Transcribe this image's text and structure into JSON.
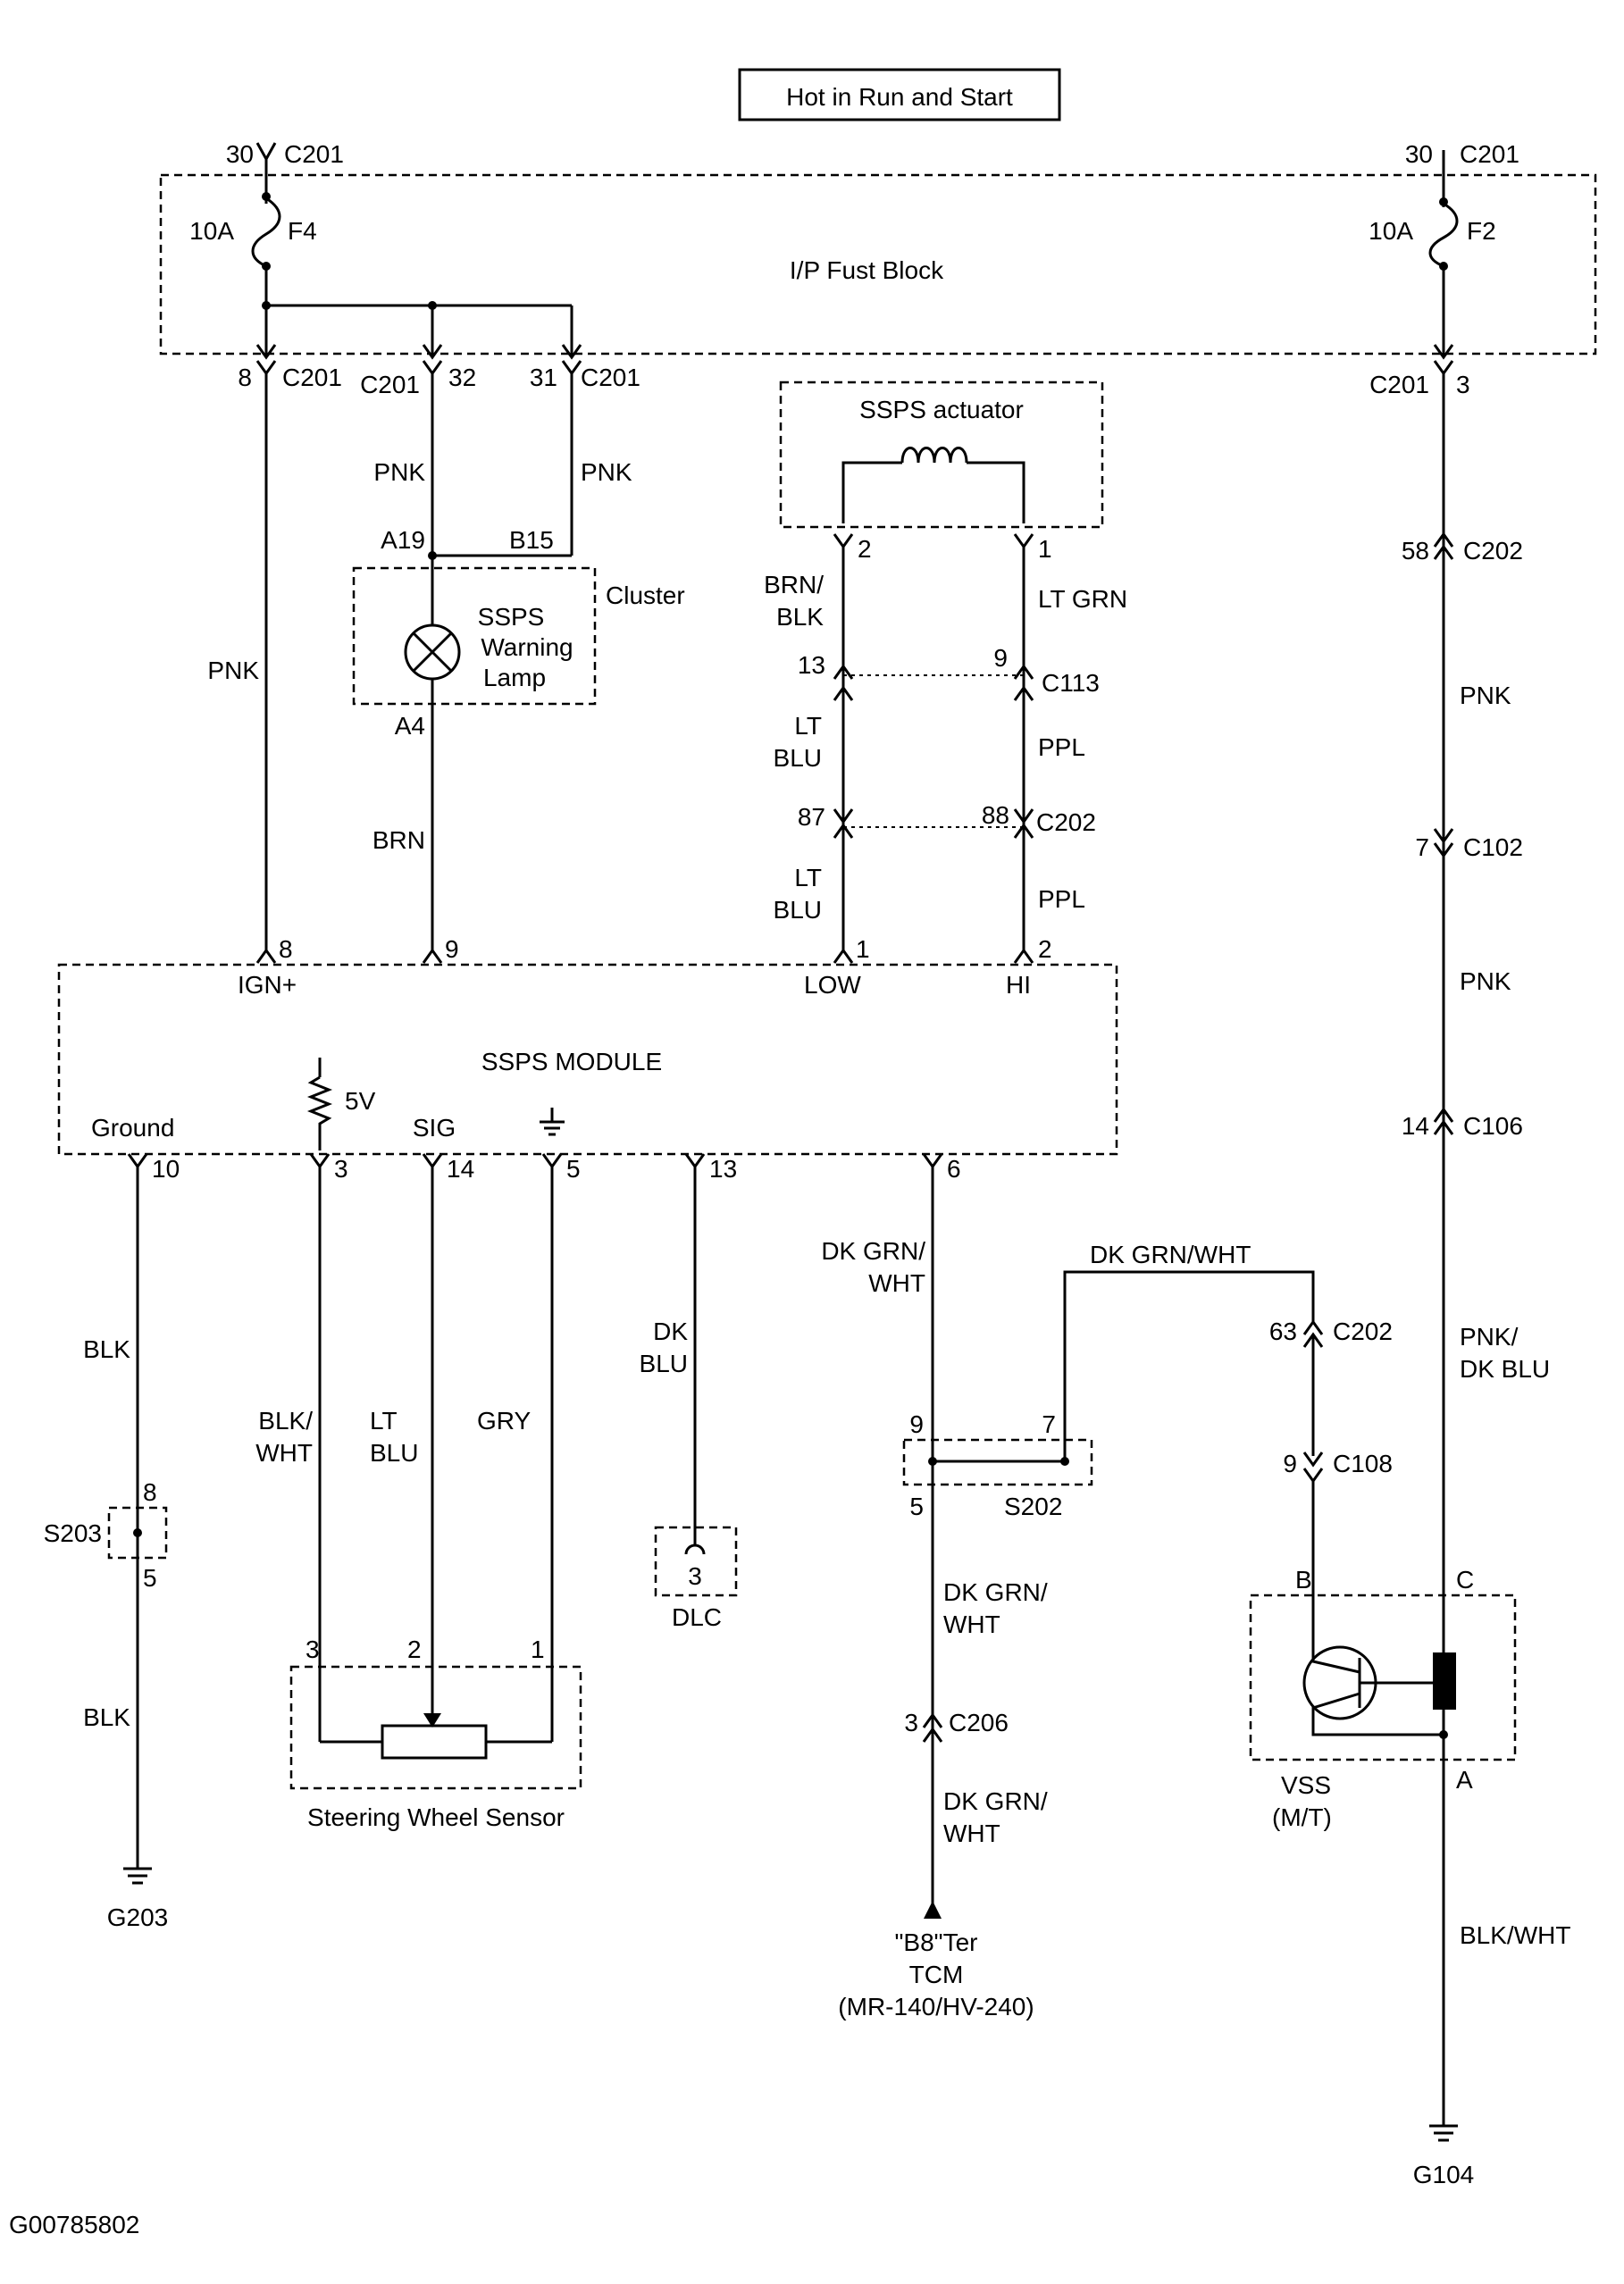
{
  "header": {
    "power_label": "Hot in Run and Start"
  },
  "fuse_block": {
    "label": "I/P Fust Block",
    "left_fuse": {
      "name": "F4",
      "rating": "10A",
      "in_pin": "30",
      "in_conn": "C201"
    },
    "right_fuse": {
      "name": "F2",
      "rating": "10A",
      "in_pin": "30",
      "in_conn": "C201"
    },
    "outputs": {
      "o1_pin": "8",
      "o1_conn": "C201",
      "o2_conn": "C201",
      "o2_pin": "32",
      "o3_pin": "31",
      "o3_conn": "C201",
      "o4_conn": "C201",
      "o4_pin": "3"
    }
  },
  "cluster": {
    "label": "Cluster",
    "lamp_line1": "SSPS",
    "lamp_line2": "Warning",
    "lamp_line3": "Lamp",
    "pin_a19": "A19",
    "pin_b15": "B15",
    "pin_a4": "A4"
  },
  "actuator": {
    "label": "SSPS actuator",
    "pin_left": "2",
    "pin_right": "1"
  },
  "module": {
    "label": "SSPS MODULE",
    "ign_label": "IGN+",
    "ign_pin": "8",
    "lamp_pin": "9",
    "low_label": "LOW",
    "low_pin": "1",
    "hi_label": "HI",
    "hi_pin": "2",
    "ground_label": "Ground",
    "ground_pin": "10",
    "v5_label": "5V",
    "v5_pin": "3",
    "sig_label": "SIG",
    "sig_pin": "14",
    "gnd2_pin": "5",
    "dlc_pin": "13",
    "vss_pin": "6"
  },
  "wires": {
    "pnk_ign": "PNK",
    "pnk_a19": "PNK",
    "pnk_b15": "PNK",
    "brn": "BRN",
    "brn_blk_1": "BRN/",
    "brn_blk_2": "BLK",
    "lt_grn": "LT GRN",
    "lt_blu_a1": "LT",
    "lt_blu_a2": "BLU",
    "lt_blu_b1": "LT",
    "lt_blu_b2": "BLU",
    "ppl_a": "PPL",
    "ppl_b": "PPL",
    "pnk_r1": "PNK",
    "pnk_r2": "PNK",
    "pnk_dk_blu_1": "PNK/",
    "pnk_dk_blu_2": "DK BLU",
    "blk_1": "BLK",
    "blk_2": "BLK",
    "blk_wht_1": "BLK/",
    "blk_wht_2": "WHT",
    "lt_blu_s1": "LT",
    "lt_blu_s2": "BLU",
    "gry": "GRY",
    "dk_blu_1": "DK",
    "dk_blu_2": "BLU",
    "dkgrn_a1": "DK GRN/",
    "dkgrn_a2": "WHT",
    "dkgrn_top": "DK GRN/WHT",
    "dkgrn_b1": "DK GRN/",
    "dkgrn_b2": "WHT",
    "dkgrn_c1": "DK GRN/",
    "dkgrn_c2": "WHT",
    "blk_wht_r": "BLK/WHT"
  },
  "connectors": {
    "c113": "C113",
    "c113_l": "13",
    "c113_r": "9",
    "c202_mid": "C202",
    "c202_mid_l": "87",
    "c202_mid_r": "88",
    "c202_a": "C202",
    "c202_a_pin": "58",
    "c102": "C102",
    "c102_pin": "7",
    "c106": "C106",
    "c106_pin": "14",
    "c202_b": "C202",
    "c202_b_pin": "63",
    "c108": "C108",
    "c108_pin": "9",
    "c206": "C206",
    "c206_pin": "3"
  },
  "splices": {
    "s203": "S203",
    "s203_top": "8",
    "s203_bot": "5",
    "s202": "S202",
    "s202_tl": "9",
    "s202_tr": "7",
    "s202_bl": "5"
  },
  "sensor": {
    "label": "Steering Wheel Sensor",
    "pin3": "3",
    "pin2": "2",
    "pin1": "1"
  },
  "dlc": {
    "label": "DLC",
    "pin": "3"
  },
  "tcm": {
    "line1": "\"B8\"Ter",
    "line2": "TCM",
    "line3": "(MR-140/HV-240)"
  },
  "vss": {
    "line1": "VSS",
    "line2": "(M/T)",
    "pin_b": "B",
    "pin_c": "C",
    "pin_a": "A"
  },
  "grounds": {
    "g203": "G203",
    "g104": "G104"
  },
  "figure_id": "G00785802"
}
